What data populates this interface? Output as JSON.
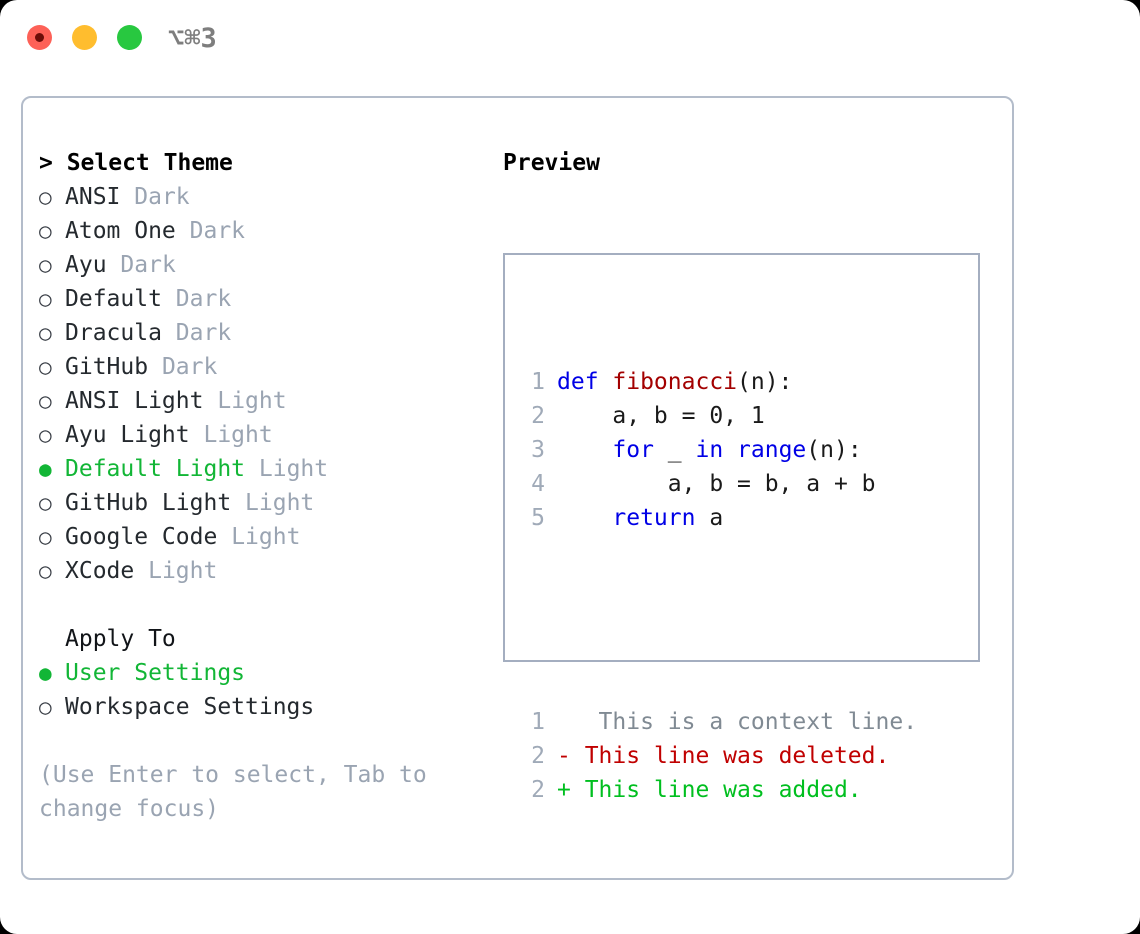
{
  "titlebar": {
    "shortcut": "⌥⌘3",
    "buttons": [
      {
        "name": "close",
        "color": "#fd6157"
      },
      {
        "name": "minimize",
        "color": "#ffbd2e"
      },
      {
        "name": "maximize",
        "color": "#28c840"
      }
    ]
  },
  "theme_list": {
    "header": "> Select Theme",
    "items": [
      {
        "bullet": "○",
        "name": "ANSI",
        "tag": "Dark",
        "selected": false
      },
      {
        "bullet": "○",
        "name": "Atom One",
        "tag": "Dark",
        "selected": false
      },
      {
        "bullet": "○",
        "name": "Ayu",
        "tag": "Dark",
        "selected": false
      },
      {
        "bullet": "○",
        "name": "Default",
        "tag": "Dark",
        "selected": false
      },
      {
        "bullet": "○",
        "name": "Dracula",
        "tag": "Dark",
        "selected": false
      },
      {
        "bullet": "○",
        "name": "GitHub",
        "tag": "Dark",
        "selected": false
      },
      {
        "bullet": "○",
        "name": "ANSI Light",
        "tag": "Light",
        "selected": false
      },
      {
        "bullet": "○",
        "name": "Ayu Light",
        "tag": "Light",
        "selected": false
      },
      {
        "bullet": "●",
        "name": "Default Light",
        "tag": "Light",
        "selected": true
      },
      {
        "bullet": "○",
        "name": "GitHub Light",
        "tag": "Light",
        "selected": false
      },
      {
        "bullet": "○",
        "name": "Google Code",
        "tag": "Light",
        "selected": false
      },
      {
        "bullet": "○",
        "name": "XCode",
        "tag": "Light",
        "selected": false
      }
    ]
  },
  "apply_to": {
    "header": "Apply To",
    "items": [
      {
        "bullet": "●",
        "name": "User Settings",
        "selected": true
      },
      {
        "bullet": "○",
        "name": "Workspace Settings",
        "selected": false
      }
    ]
  },
  "hint": "(Use Enter to select, Tab to change focus)",
  "preview": {
    "title": "Preview",
    "code_lines": [
      {
        "no": "1",
        "tokens": [
          {
            "t": "def ",
            "c": "kw"
          },
          {
            "t": "fibonacci",
            "c": "fn"
          },
          {
            "t": "(n):",
            "c": "plain"
          }
        ]
      },
      {
        "no": "2",
        "tokens": [
          {
            "t": "    a, b = 0, 1",
            "c": "plain"
          }
        ]
      },
      {
        "no": "3",
        "tokens": [
          {
            "t": "    ",
            "c": "plain"
          },
          {
            "t": "for",
            "c": "kw"
          },
          {
            "t": " _ ",
            "c": "plain"
          },
          {
            "t": "in",
            "c": "kw"
          },
          {
            "t": " ",
            "c": "plain"
          },
          {
            "t": "range",
            "c": "kw"
          },
          {
            "t": "(n):",
            "c": "plain"
          }
        ]
      },
      {
        "no": "4",
        "tokens": [
          {
            "t": "        a, b = b, a + b",
            "c": "plain"
          }
        ]
      },
      {
        "no": "5",
        "tokens": [
          {
            "t": "    ",
            "c": "plain"
          },
          {
            "t": "return",
            "c": "kw"
          },
          {
            "t": " a",
            "c": "plain"
          }
        ]
      }
    ],
    "diff_lines": [
      {
        "no": "1",
        "marker": " ",
        "text": "  This is a context line.",
        "kind": "ctx"
      },
      {
        "no": "2",
        "marker": "-",
        "text": " This line was deleted.",
        "kind": "del"
      },
      {
        "no": "2",
        "marker": "+",
        "text": " This line was added.",
        "kind": "add"
      }
    ]
  },
  "colors": {
    "accent_green": "#12b636",
    "muted": "#9aa4b2",
    "keyword": "#0000e6",
    "function": "#a30000",
    "diff_add": "#00bf1f",
    "diff_del": "#c00000",
    "border": "#b3bcca"
  }
}
